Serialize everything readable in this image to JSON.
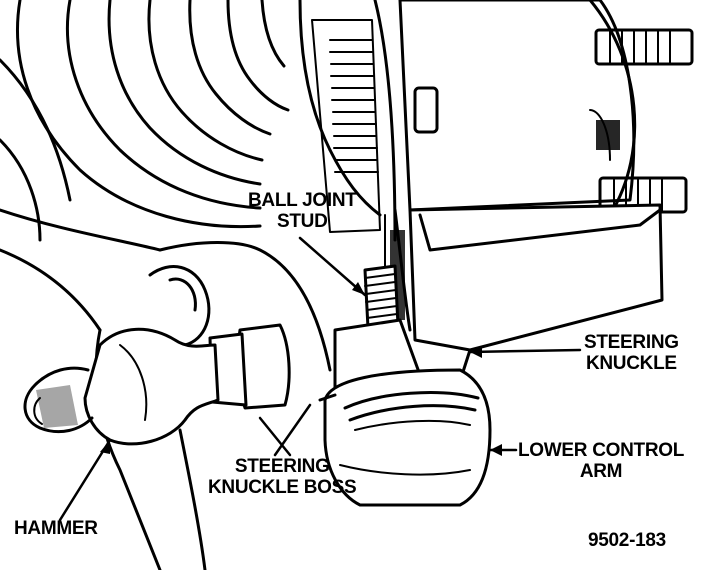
{
  "figure": {
    "labels": {
      "ball_joint_stud": [
        "BALL JOINT",
        "STUD"
      ],
      "steering_knuckle": [
        "STEERING",
        "KNUCKLE"
      ],
      "lower_control_arm": [
        "LOWER CONTROL",
        "ARM"
      ],
      "steering_knuckle_boss": [
        "STEERING",
        "KNUCKLE BOSS"
      ],
      "hammer": "HAMMER"
    },
    "figure_id": "9502-183",
    "colors": {
      "ink": "#000000",
      "paper": "#ffffff"
    }
  }
}
